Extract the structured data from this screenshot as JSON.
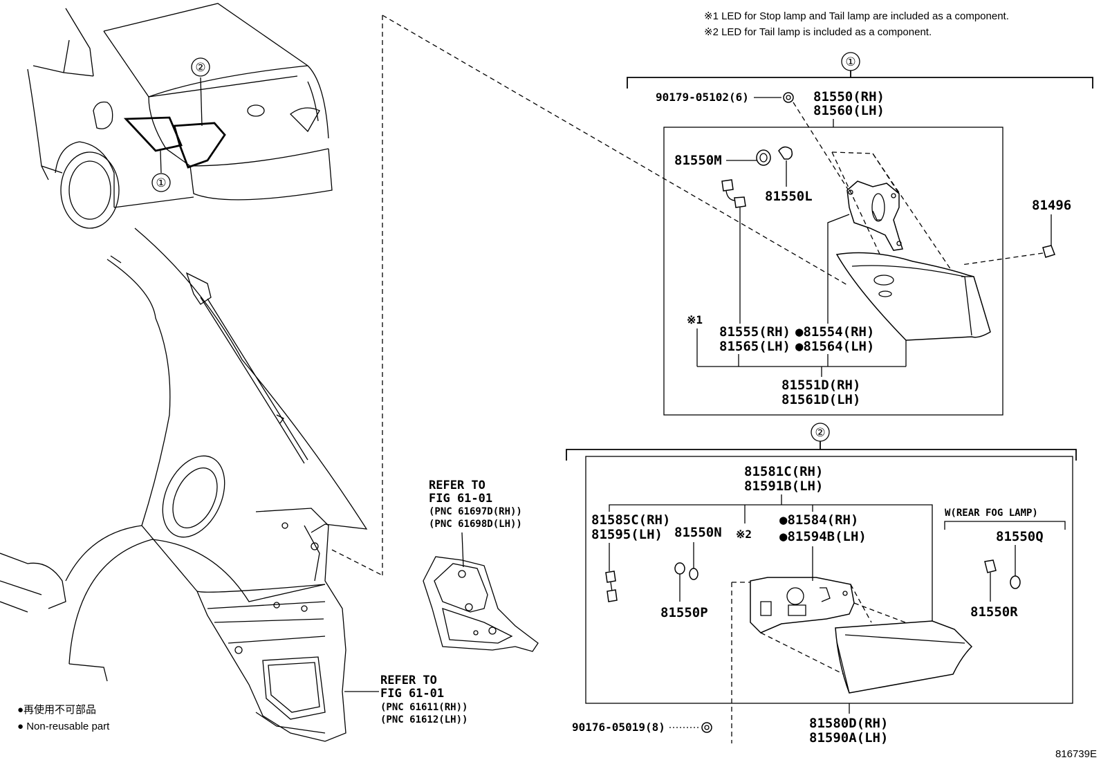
{
  "notes": {
    "note1": "※1 LED for Stop lamp and Tail lamp are included as a component.",
    "note2": "※2 LED for Tail lamp is included as a component."
  },
  "callouts": {
    "c1": "①",
    "c2": "②"
  },
  "assembly1": {
    "screw": "90179-05102(6)",
    "lamp_rh": "81550(RH)",
    "lamp_lh": "81560(LH)",
    "p_81550M": "81550M",
    "p_81550L": "81550L",
    "p_81496": "81496",
    "mark1": "※1",
    "p_81555": "81555(RH)",
    "p_81565": "81565(LH)",
    "p_81554": "●81554(RH)",
    "p_81564": "●81564(LH)",
    "p_81551D": "81551D(RH)",
    "p_81561D": "81561D(LH)"
  },
  "assembly2": {
    "p_81581C": "81581C(RH)",
    "p_81591B": "81591B(LH)",
    "p_81585C": "81585C(RH)",
    "p_81595": "81595(LH)",
    "p_81550N": "81550N",
    "mark2": "※2",
    "p_81584": "●81584(RH)",
    "p_81594B": "●81594B(LH)",
    "p_81550P": "81550P",
    "fog_label": "W(REAR FOG LAMP)",
    "p_81550Q": "81550Q",
    "p_81550R": "81550R",
    "p_81580D": "81580D(RH)",
    "p_81590A": "81590A(LH)",
    "screw": "90176-05019(8)"
  },
  "refs": {
    "ref_a_line1": "REFER TO",
    "ref_a_line2": "FIG 61-01",
    "ref_a_line3": "(PNC 61697D(RH))",
    "ref_a_line4": "(PNC 61698D(LH))",
    "ref_b_line1": "REFER TO",
    "ref_b_line2": "FIG 61-01",
    "ref_b_line3": "(PNC 61611(RH))",
    "ref_b_line4": "(PNC 61612(LH))"
  },
  "legend": {
    "jp": "●再使用不可部品",
    "en": "● Non-reusable part"
  },
  "diagram_id": "816739E"
}
